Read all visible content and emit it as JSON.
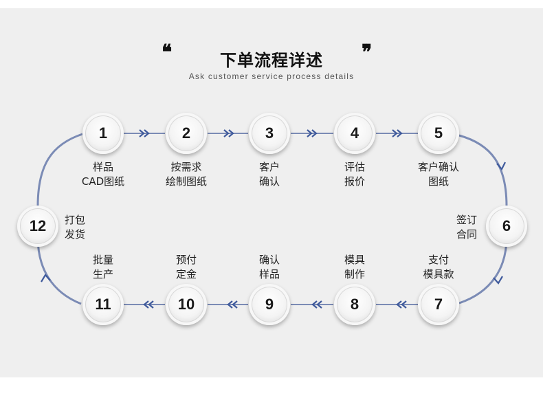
{
  "header": {
    "title": "下单流程详述",
    "subtitle": "Ask customer service process details"
  },
  "colors": {
    "track": "#7b8bb5",
    "arrow": "#3f5a9c",
    "background": "#efefef"
  },
  "steps": [
    {
      "num": "1",
      "line1": "样品",
      "line2": "CAD图纸"
    },
    {
      "num": "2",
      "line1": "按需求",
      "line2": "绘制图纸"
    },
    {
      "num": "3",
      "line1": "客户",
      "line2": "确认"
    },
    {
      "num": "4",
      "line1": "评估",
      "line2": "报价"
    },
    {
      "num": "5",
      "line1": "客户确认",
      "line2": "图纸"
    },
    {
      "num": "6",
      "line1": "签订",
      "line2": "合同"
    },
    {
      "num": "7",
      "line1": "支付",
      "line2": "模具款"
    },
    {
      "num": "8",
      "line1": "模具",
      "line2": "制作"
    },
    {
      "num": "9",
      "line1": "确认",
      "line2": "样品"
    },
    {
      "num": "10",
      "line1": "预付",
      "line2": "定金"
    },
    {
      "num": "11",
      "line1": "批量",
      "line2": "生产"
    },
    {
      "num": "12",
      "line1": "打包",
      "line2": "发货"
    }
  ]
}
